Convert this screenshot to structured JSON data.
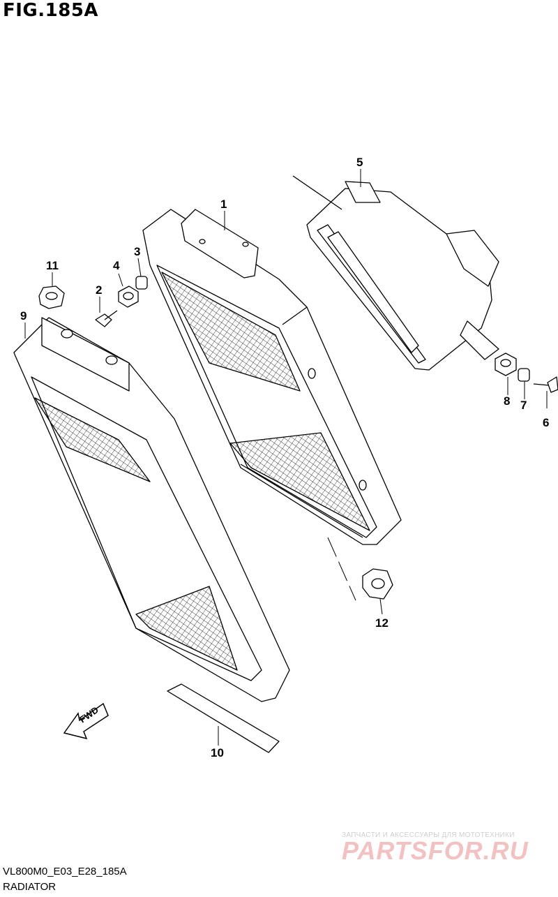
{
  "figure_title": "FIG.185A",
  "diagram_code": "VL800M0_E03_E28_185A",
  "section_name": "RADIATOR",
  "direction_label": "FWD",
  "callouts": [
    "1",
    "2",
    "3",
    "4",
    "5",
    "6",
    "7",
    "8",
    "9",
    "10",
    "11",
    "12"
  ],
  "watermark": {
    "tagline": "ЗАПЧАСТИ И АКСЕССУАРЫ ДЛЯ МОТОТЕХНИКИ",
    "brand": "PARTSFOR.RU"
  },
  "colors": {
    "line": "#000000",
    "background": "#ffffff",
    "watermark": "#f2c2c2"
  }
}
